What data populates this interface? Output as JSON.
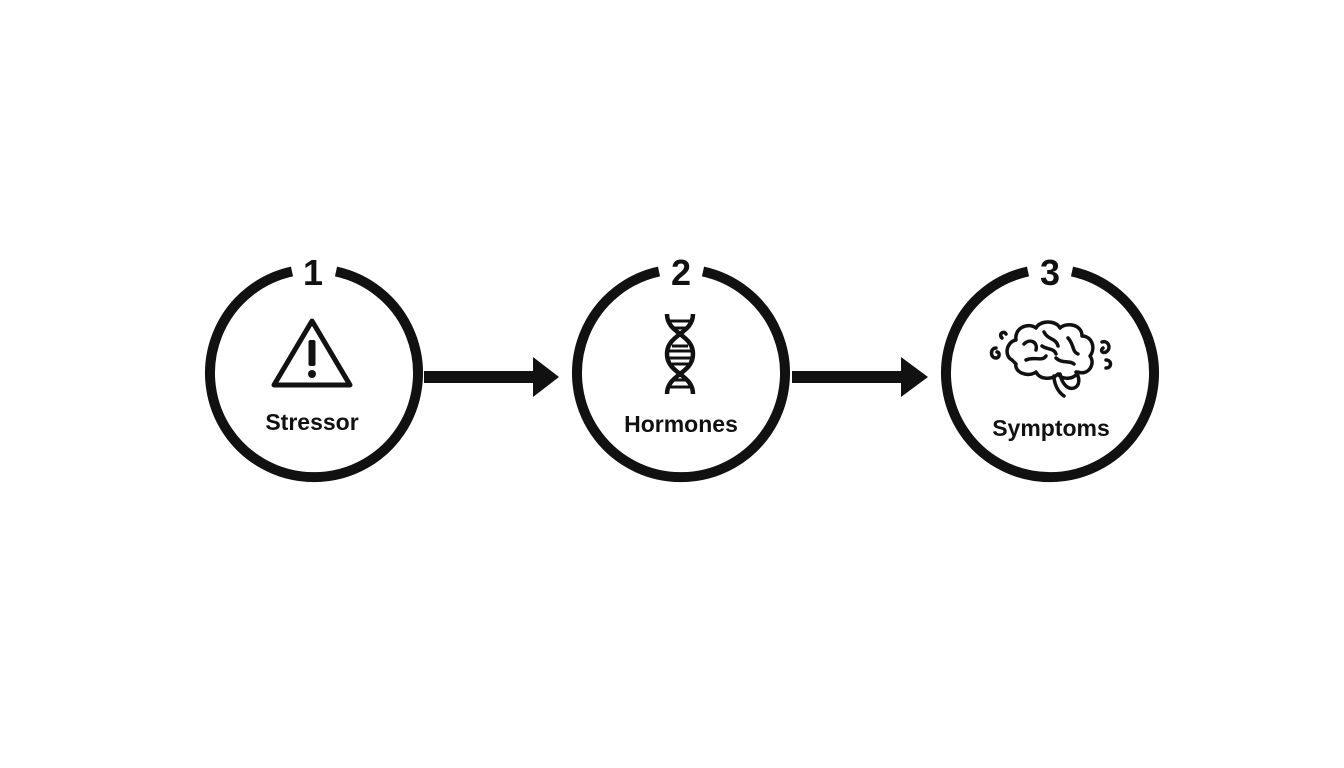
{
  "steps": [
    {
      "number": "1",
      "label": "Stressor",
      "icon": "warning-icon"
    },
    {
      "number": "2",
      "label": "Hormones",
      "icon": "dna-icon"
    },
    {
      "number": "3",
      "label": "Symptoms",
      "icon": "brain-icon"
    }
  ],
  "colors": {
    "ring": "#111111",
    "background": "#ffffff"
  }
}
